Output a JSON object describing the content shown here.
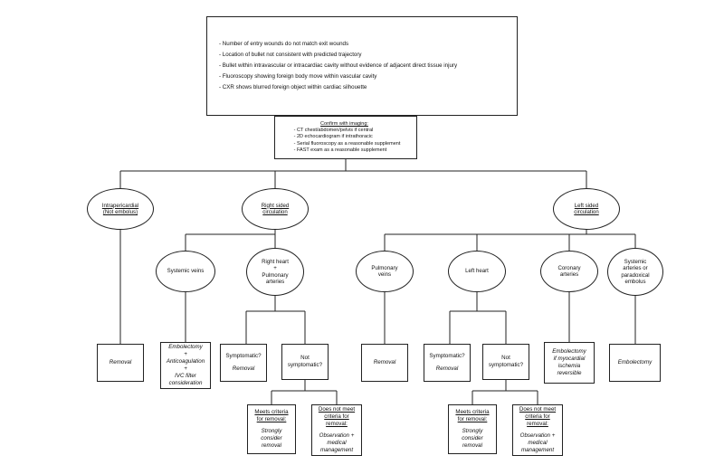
{
  "title_box": {
    "name": "suspicion-criteria",
    "bullets": [
      "- Number of entry wounds do not match exit wounds",
      "- Location of bullet not consistent with predicted trajectory",
      "- Bullet within intravascular or intracardiac cavity without evidence of adjacent direct tissue injury",
      "- Fluoroscopy showing foreign body move within vascular cavity",
      "- CXR shows blurred foreign object within cardiac silhouette"
    ]
  },
  "imaging_box": {
    "header": "Confirm with imaging:",
    "bullets": [
      "- CT chest/abdomen/pelvis if central",
      "- 2D echocardiogram if intrathoracic",
      "- Serial fluoroscopy as a reasonable supplement",
      "- FAST exam as a reasonable supplement"
    ]
  },
  "level1": {
    "intrapericardial": {
      "line1": "Intrapericardial",
      "line2": "(Not embolus)"
    },
    "right_sided": {
      "line1": "Right sided",
      "line2": "circulation"
    },
    "left_sided": {
      "line1": "Left sided",
      "line2": "circulation"
    }
  },
  "level2": {
    "systemic_veins": {
      "line1": "Systemic veins"
    },
    "right_heart": {
      "line1": "Right heart",
      "line2": "+",
      "line3": "Pulmonary",
      "line4": "arteries"
    },
    "pulmonary_veins": {
      "line1": "Pulmonary",
      "line2": "veins"
    },
    "left_heart": {
      "line1": "Left heart"
    },
    "coronary_arteries": {
      "line1": "Coronary",
      "line2": "arteries"
    },
    "systemic_arteries": {
      "line1": "Systemic",
      "line2": "arteries or",
      "line3": "paradoxical",
      "line4": "embolus"
    }
  },
  "terminals": {
    "intraperi_removal": {
      "line1": "Removal"
    },
    "systemic_veins_tx": {
      "line1": "Embolectomy",
      "line2": "+",
      "line3": "Anticoagulation",
      "line4": "+",
      "line5": "IVC filter",
      "line6": "consideration"
    },
    "right_symptomatic": {
      "q": "Symptomatic?",
      "action": "Removal"
    },
    "right_not_symptomatic": {
      "line1": "Not",
      "line2": "symptomatic?"
    },
    "pulm_veins_removal": {
      "line1": "Removal"
    },
    "left_symptomatic": {
      "q": "Symptomatic?",
      "action": "Removal"
    },
    "left_not_symptomatic": {
      "line1": "Not",
      "line2": "symptomatic?"
    },
    "coronary_tx": {
      "line1": "Embolectomy",
      "line2": "if myocardial",
      "line3": "ischemia",
      "line4": "reversible"
    },
    "systemic_art_tx": {
      "line1": "Embolectomy"
    }
  },
  "criteria_outcomes": {
    "right_meets": {
      "hdr1": "Meets criteria",
      "hdr2": "for removal:",
      "b1": "Strongly",
      "b2": "consider",
      "b3": "removal"
    },
    "right_not_meets": {
      "hdr1": "Does not meet",
      "hdr2": "criteria for",
      "hdr3": "removal:",
      "b1": "Observation +",
      "b2": "medical",
      "b3": "management"
    },
    "left_meets": {
      "hdr1": "Meets criteria",
      "hdr2": "for removal:",
      "b1": "Strongly",
      "b2": "consider",
      "b3": "removal"
    },
    "left_not_meets": {
      "hdr1": "Does not meet",
      "hdr2": "criteria for",
      "hdr3": "removal:",
      "b1": "Observation +",
      "b2": "medical",
      "b3": "management"
    }
  },
  "style": {
    "line_color": "#222222",
    "node_fill": "#ffffff"
  }
}
